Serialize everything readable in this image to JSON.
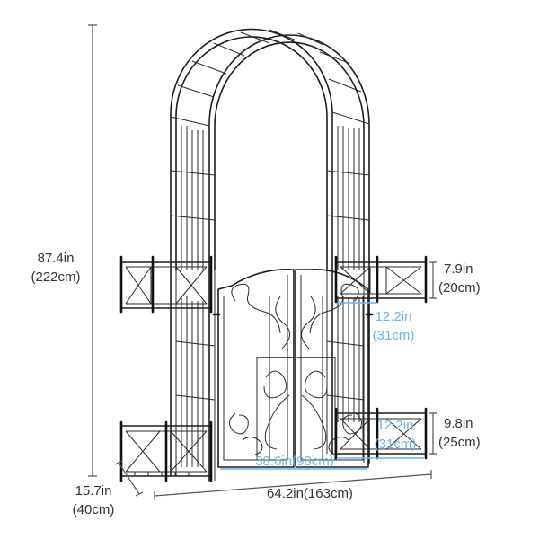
{
  "dimensions": {
    "height": {
      "imperial": "87.4in",
      "metric": "(222cm)"
    },
    "depth": {
      "imperial": "15.7in",
      "metric": "(40cm)"
    },
    "width": {
      "imperial": "64.2in(163cm)"
    },
    "upper_planter_height": {
      "imperial": "7.9in",
      "metric": "(20cm)"
    },
    "lower_planter_height": {
      "imperial": "9.8in",
      "metric": "(25cm)"
    },
    "upper_planter_width": {
      "imperial": "12.2in",
      "metric": "(31cm)"
    },
    "lower_planter_width": {
      "imperial": "12.2in",
      "metric": "(31cm)"
    },
    "gate_width": {
      "imperial": "38.6in(98cm)"
    }
  },
  "colors": {
    "metal": "#1e1e1e",
    "dimension_text": "#333333",
    "highlight_text": "#6fb3e8"
  }
}
